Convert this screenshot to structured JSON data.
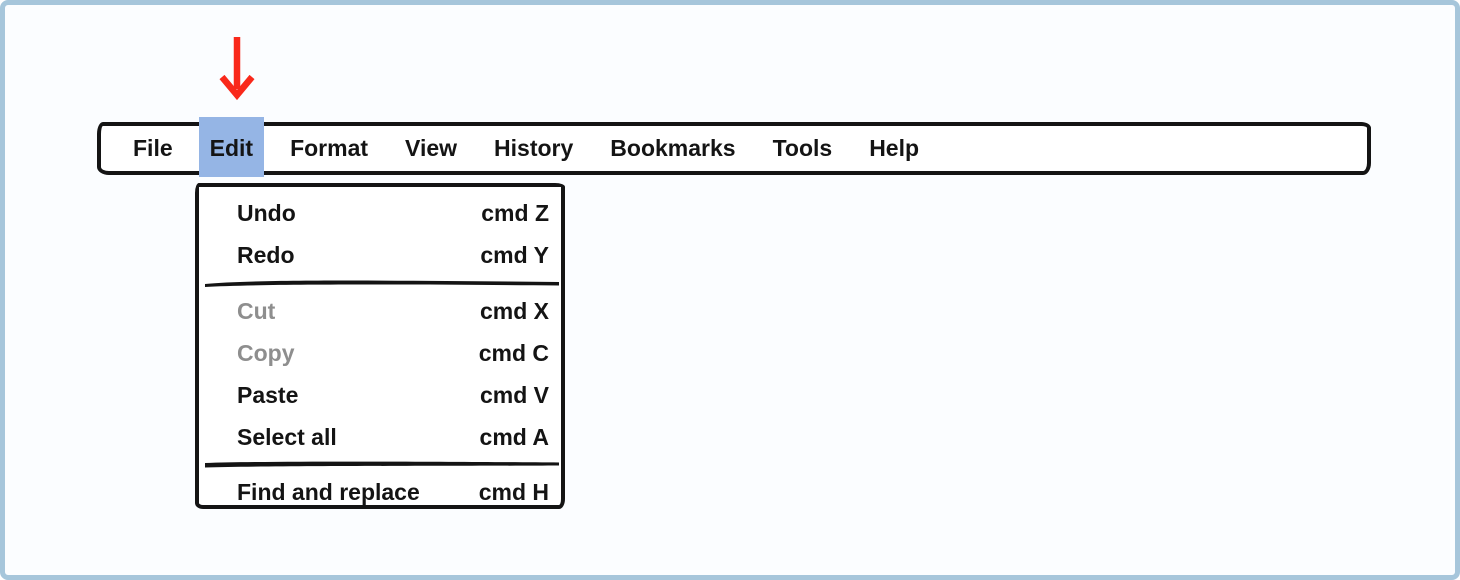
{
  "frame": {
    "background_color": "#fbfdff",
    "border_color": "#a6c6db"
  },
  "pointer": {
    "icon": "red-down-arrow",
    "color": "#f9291b",
    "points_at": "Edit"
  },
  "menubar": {
    "active_item": "Edit",
    "active_bg_color": "#95b5e5",
    "items": [
      {
        "label": "File",
        "active": false
      },
      {
        "label": "Edit",
        "active": true
      },
      {
        "label": "Format",
        "active": false
      },
      {
        "label": "View",
        "active": false
      },
      {
        "label": "History",
        "active": false
      },
      {
        "label": "Bookmarks",
        "active": false
      },
      {
        "label": "Tools",
        "active": false
      },
      {
        "label": "Help",
        "active": false
      }
    ]
  },
  "dropdown": {
    "disabled_text_color": "#8e8e8e",
    "items": [
      {
        "label": "Undo",
        "shortcut": "cmd Z",
        "disabled": false
      },
      {
        "label": "Redo",
        "shortcut": "cmd Y",
        "disabled": false
      },
      {
        "label": "Cut",
        "shortcut": "cmd X",
        "disabled": true
      },
      {
        "label": "Copy",
        "shortcut": "cmd C",
        "disabled": true
      },
      {
        "label": "Paste",
        "shortcut": "cmd V",
        "disabled": false
      },
      {
        "label": "Select all",
        "shortcut": "cmd A",
        "disabled": false
      },
      {
        "label": "Find and replace",
        "shortcut": "cmd H",
        "disabled": false
      }
    ]
  }
}
